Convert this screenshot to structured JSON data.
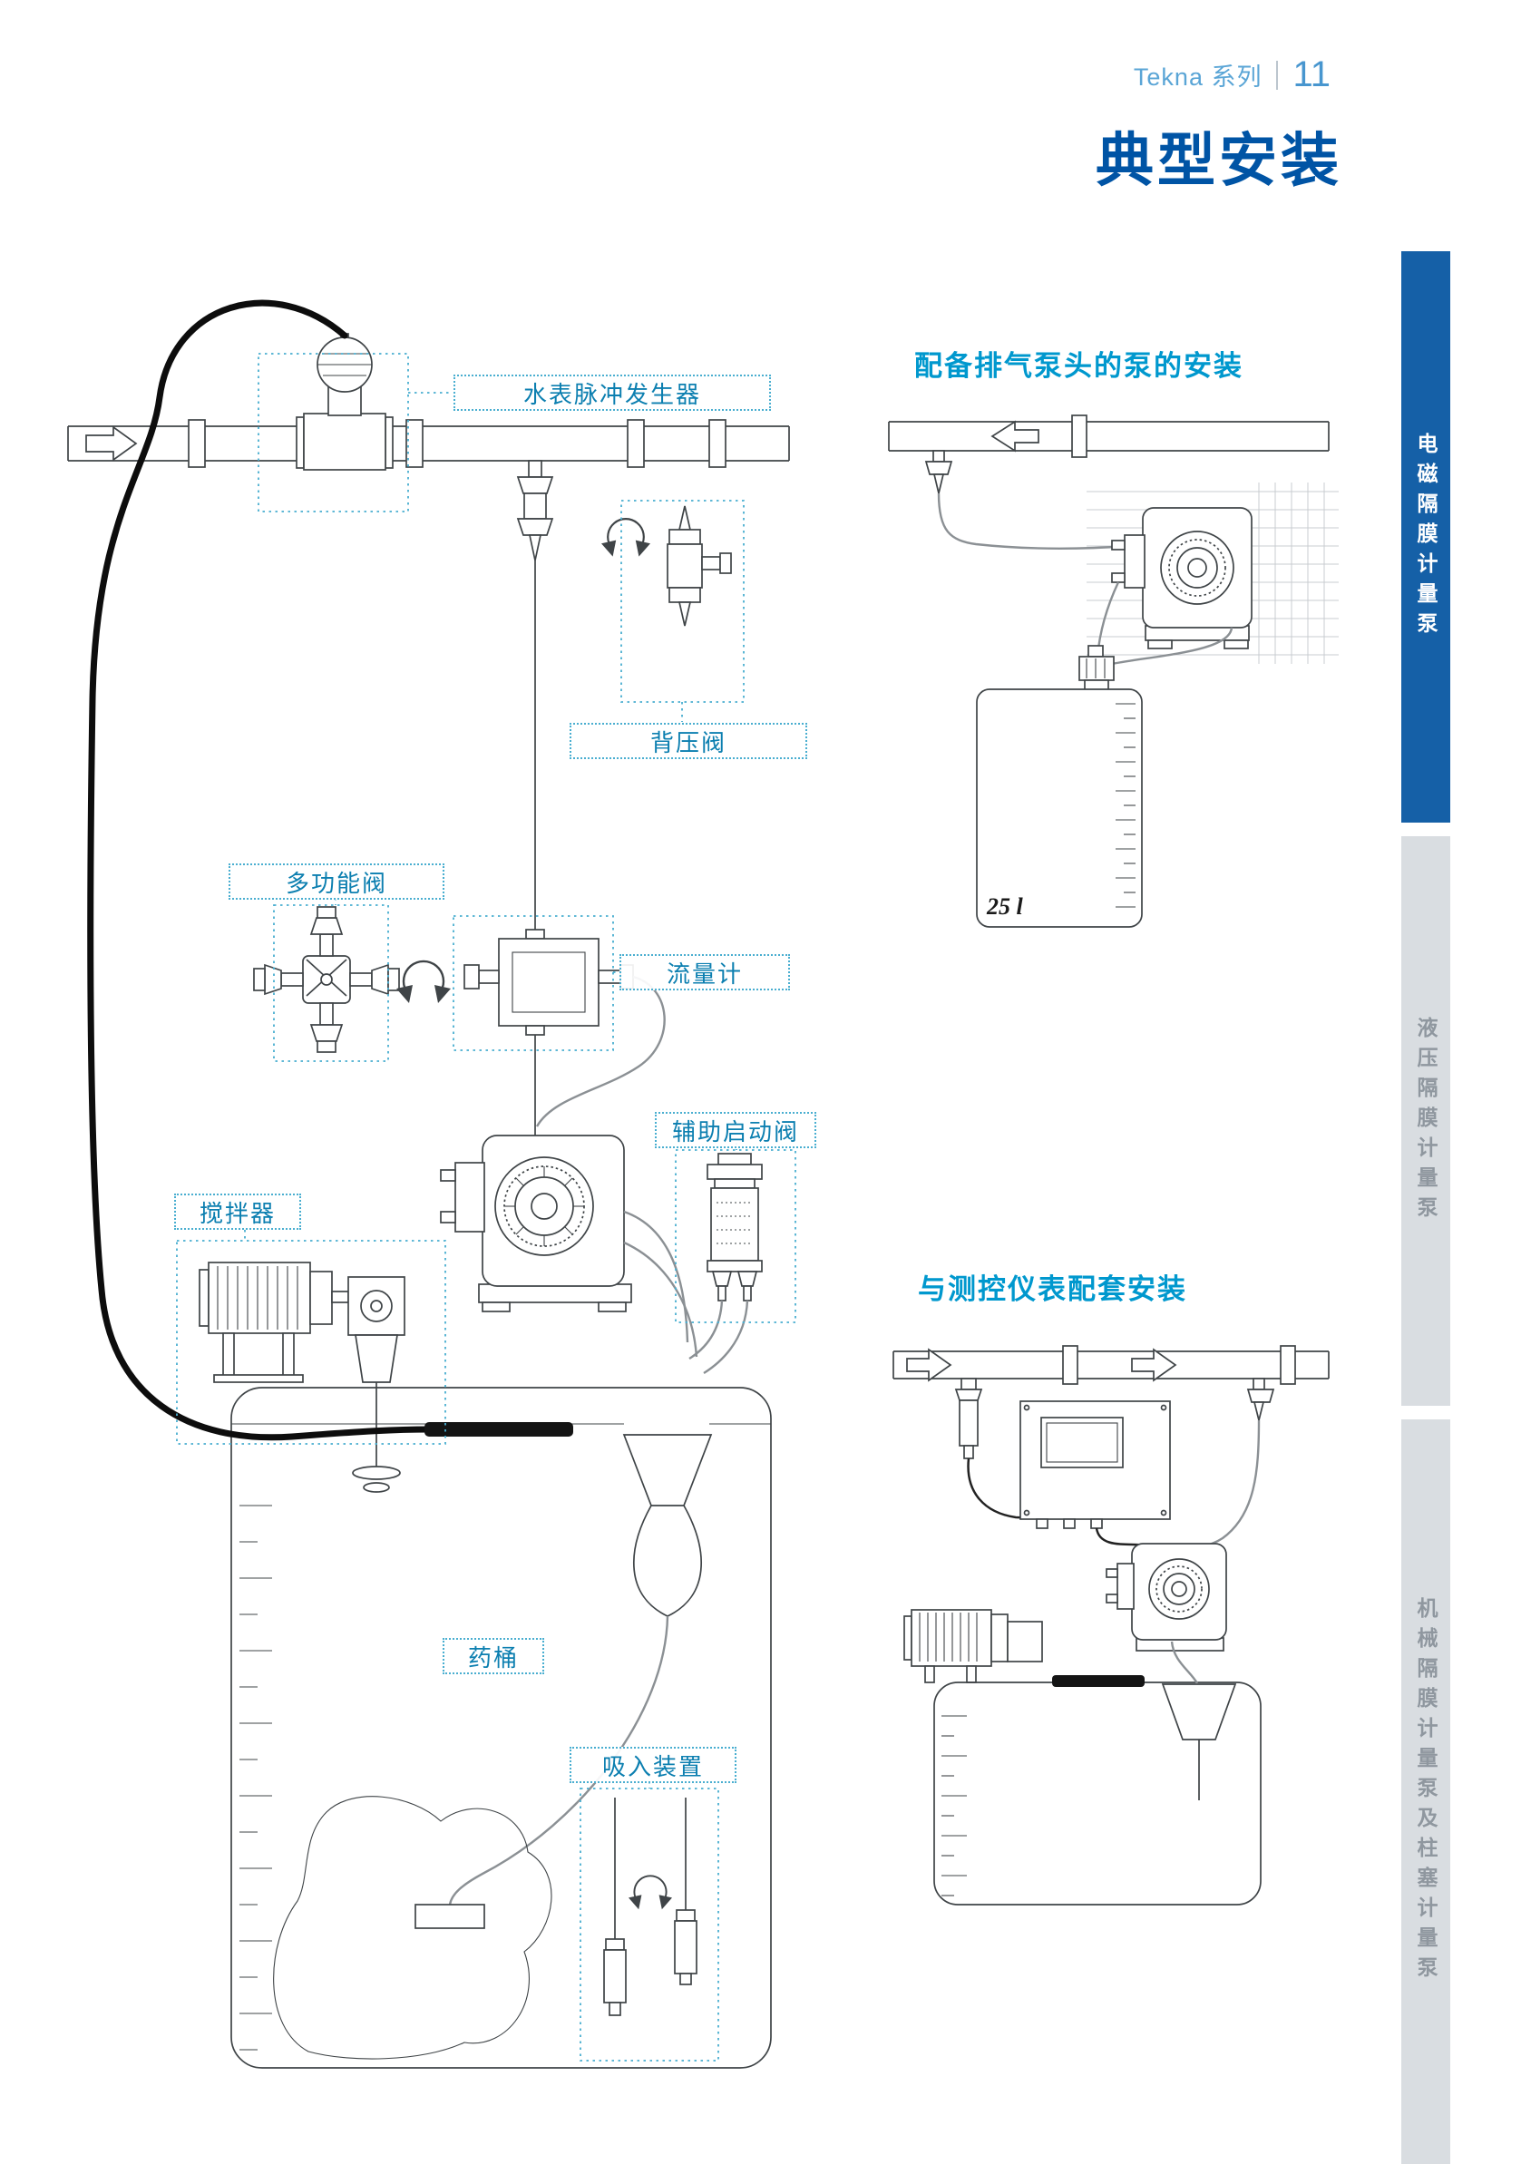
{
  "header": {
    "series": "Tekna 系列",
    "page_number": "11"
  },
  "title": "典型安装",
  "sidebar": {
    "tabs": [
      {
        "label": "电磁隔膜计量泵",
        "active": true
      },
      {
        "label": "液压隔膜计量泵",
        "active": false
      },
      {
        "label": "机械隔膜计量泵及柱塞计量泵",
        "active": false
      }
    ]
  },
  "main_diagram": {
    "labels": {
      "water_meter_pulse_generator": "水表脉冲发生器",
      "back_pressure_valve": "背压阀",
      "multifunction_valve": "多功能阀",
      "flow_meter": "流量计",
      "auxiliary_priming_valve": "辅助启动阀",
      "agitator": "搅拌器",
      "chemical_tank": "药桶",
      "suction_device": "吸入装置"
    }
  },
  "sections": [
    {
      "title": "配备排气泵头的泵的安装",
      "tank_label": "25 l"
    },
    {
      "title": "与测控仪表配套安装"
    }
  ],
  "colors": {
    "title_blue": "#0054a5",
    "section_cyan": "#0098ce",
    "label_teal": "#0c7fb0",
    "callout_border": "#49aed0",
    "tab_active_bg": "#1560a7",
    "tab_inactive_bg": "#d9dde1"
  }
}
